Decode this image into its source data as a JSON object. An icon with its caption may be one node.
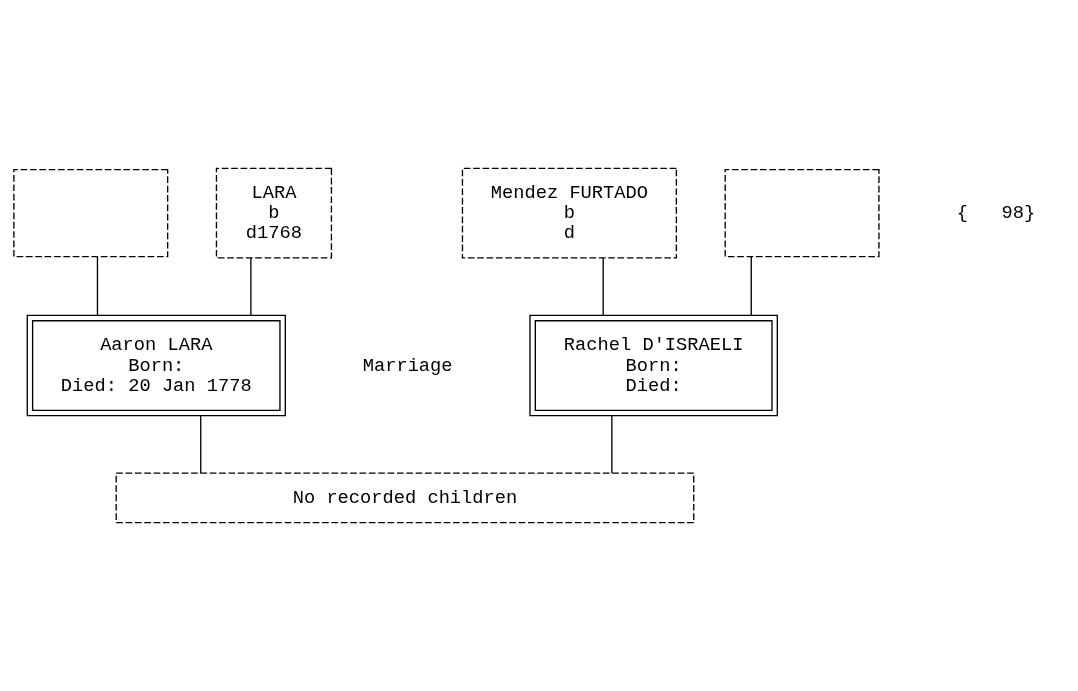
{
  "diagram": {
    "nodes": [
      {
        "text": [],
        "shape": "box"
      },
      {
        "text": [
          "LARA",
          "b",
          "d1768"
        ]
      },
      {
        "text": [
          "Mendez FURTADO",
          "b",
          "d"
        ]
      },
      {
        "text": [],
        "shape": "box"
      },
      {
        "text": [
          "Aaron LARA",
          "Born:",
          "Died: 20 Jan 1778"
        ]
      },
      {
        "text": [
          "Rachel D'ISRAELI",
          "Born:",
          "Died:"
        ]
      },
      {
        "text": [
          "No recorded children"
        ]
      }
    ],
    "edges": [
      {
        "from": 0,
        "to": 4,
        "arrow": "none"
      },
      {
        "from": 1,
        "to": 4,
        "arrow": "none"
      },
      {
        "from": 2,
        "to": 5,
        "arrow": "none"
      },
      {
        "from": 3,
        "to": 5,
        "arrow": "none"
      },
      {
        "from": 4,
        "to": 6,
        "arrow": "none"
      },
      {
        "from": 5,
        "to": 6,
        "arrow": "none"
      }
    ],
    "labels": [
      "{   98}",
      "Marriage"
    ]
  }
}
